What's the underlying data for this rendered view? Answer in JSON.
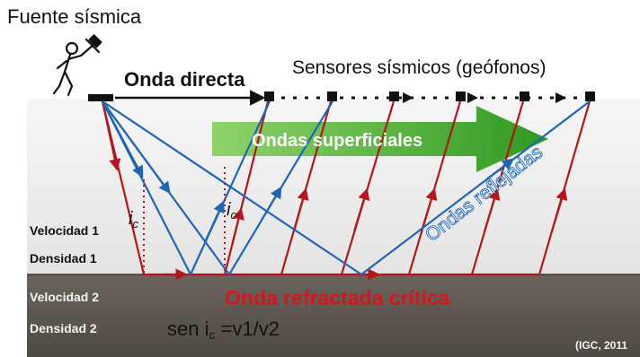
{
  "labels": {
    "source": "Fuente sísmica",
    "direct_wave": "Onda directa",
    "sensors": "Sensores sísmicos (geófonos)",
    "surface_waves": "Ondas superficiales",
    "reflected_waves": "Ondas reflejadas",
    "refracted_wave": "Onda refractada crítica",
    "velocity_1": "Velocidad 1",
    "density_1": "Densidad 1",
    "velocity_2": "Velocidad 2",
    "density_2": "Densidad 2",
    "critical_angle_symbol": "i",
    "critical_angle_sub": "c",
    "formula_prefix": "sen i",
    "formula_sub": "c",
    "formula_rhs": " =v1/v2",
    "credit": "(IGC, 2011"
  },
  "colors": {
    "layer_1": "#ececec",
    "layer_2": "#5e5751",
    "refracted": "#b4161b",
    "reflected": "#1f66b5",
    "surface_arrow": "#3fae2a",
    "surface_text": "#ffffff",
    "label_dark": "#111111",
    "label_light": "#f2f2f2"
  },
  "icons": {
    "source": "person-with-sledgehammer-icon",
    "sensor": "geophone-square-icon"
  }
}
